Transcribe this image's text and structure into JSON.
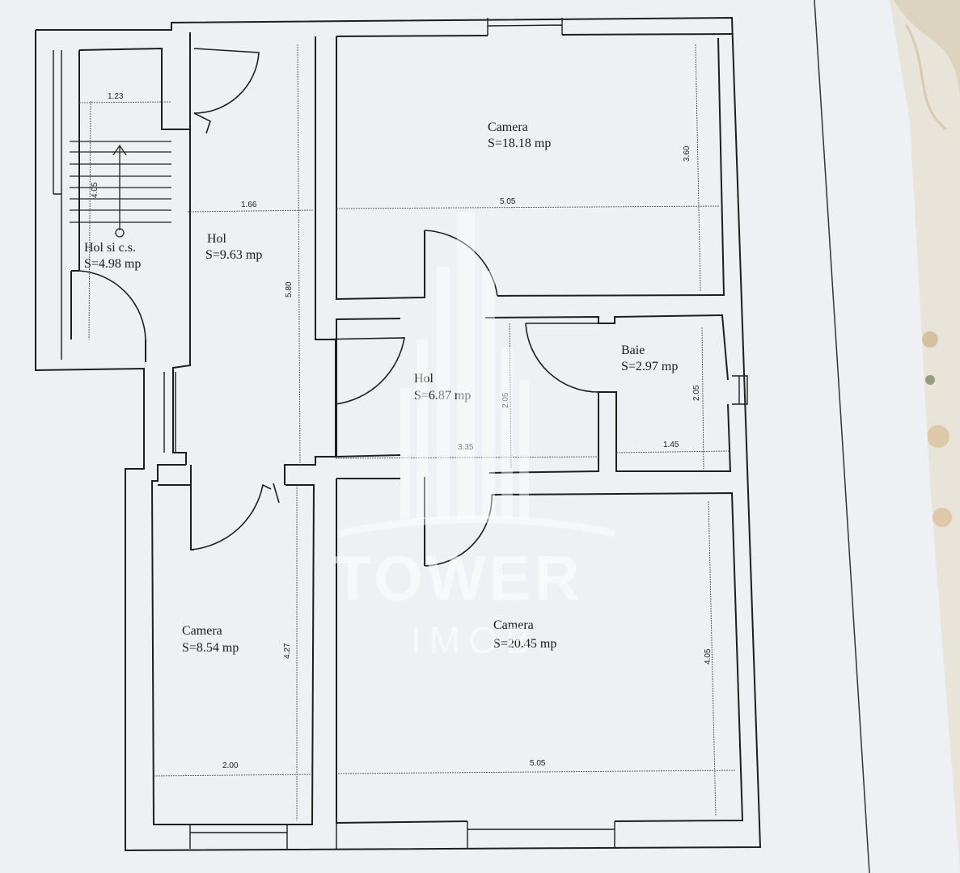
{
  "rooms": [
    {
      "id": "hol-cs",
      "name": "Hol si c.s.",
      "area": "S=4.98 mp"
    },
    {
      "id": "hol-main",
      "name": "Hol",
      "area": "S=9.63 mp"
    },
    {
      "id": "camera-top",
      "name": "Camera",
      "area": "S=18.18 mp"
    },
    {
      "id": "hol-center",
      "name": "Hol",
      "area": "S=6.87 mp"
    },
    {
      "id": "baie",
      "name": "Baie",
      "area": "S=2.97 mp"
    },
    {
      "id": "camera-left",
      "name": "Camera",
      "area": "S=8.54 mp"
    },
    {
      "id": "camera-big",
      "name": "Camera",
      "area": "S=20.45 mp"
    }
  ],
  "dimensions": {
    "d_1_23": "1.23",
    "d_4_05_stair": "4.05",
    "d_1_66": "1.66",
    "d_5_80": "5.80",
    "d_5_05_top": "5.05",
    "d_3_60": "3.60",
    "d_2_05_hol": "2.05",
    "d_3_35": "3.35",
    "d_2_05_baie": "2.05",
    "d_1_45": "1.45",
    "d_4_27": "4.27",
    "d_2_00": "2.00",
    "d_5_05_bottom": "5.05",
    "d_4_05_big": "4.05"
  },
  "watermark": {
    "brand": "TOWER",
    "sub": "IMOB"
  },
  "colors": {
    "paper": "#eef0f3",
    "wall": "#1e1e1e",
    "dimline": "#555555",
    "background": "#e4e0d6"
  }
}
